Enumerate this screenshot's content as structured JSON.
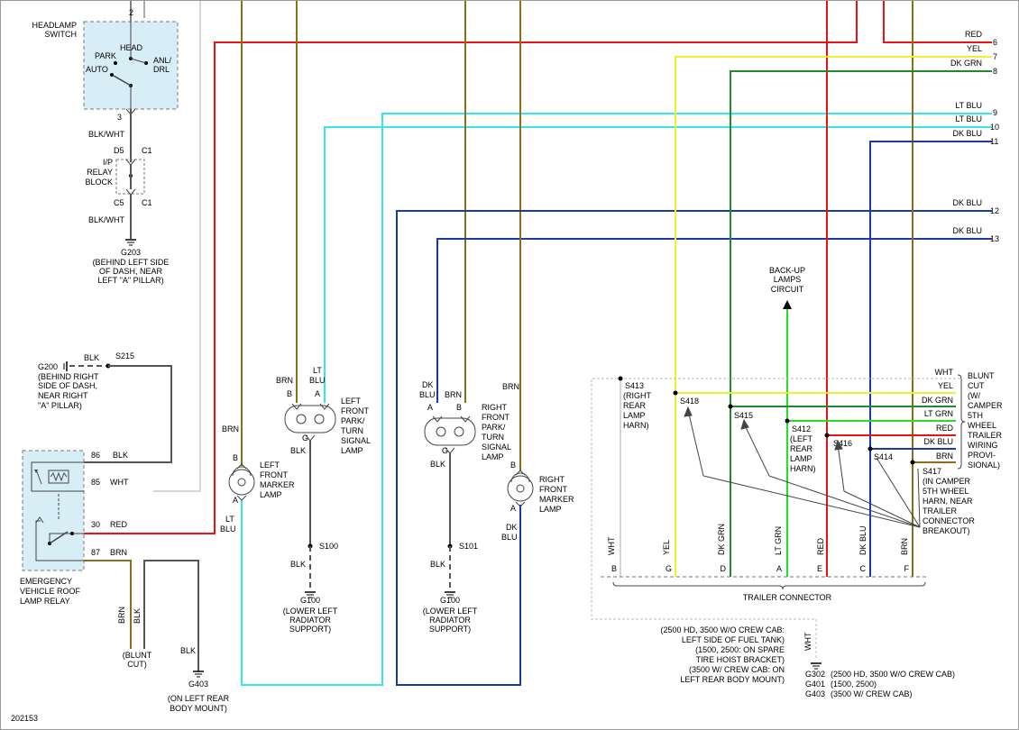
{
  "colors": {
    "red": "#ee1111",
    "yel": "#f2ef2c",
    "dkgrn": "#1f8a2c",
    "ltgrn": "#22e022",
    "ltblu": "#33e6ee",
    "dkblu": "#1a3aa6",
    "brn": "#8b6d1c",
    "blk": "#555555",
    "wht": "#c8c8c8"
  },
  "headlamp": {
    "title1": "HEADLAMP",
    "title2": "SWITCH",
    "pin_top": "2",
    "head": "HEAD",
    "park": "PARK",
    "anl": "ANL/",
    "drl": "DRL",
    "auto": "AUTO",
    "pin_bottom": "3",
    "wire": "BLK/WHT",
    "d5": "D5",
    "c1a": "C1",
    "ip1": "I/P",
    "ip2": "RELAY",
    "ip3": "BLOCK",
    "c5": "C5",
    "c1b": "C1",
    "wire2": "BLK/WHT",
    "ground": "G203",
    "gloc1": "(BEHIND LEFT SIDE",
    "gloc2": "OF DASH, NEAR",
    "gloc3": "LEFT \"A\" PILLAR)"
  },
  "g200": {
    "name": "G200",
    "wire": "BLK",
    "splice": "S215",
    "loc1": "(BEHIND RIGHT",
    "loc2": "SIDE OF DASH,",
    "loc3": "NEAR RIGHT",
    "loc4": "\"A\" PILLAR)"
  },
  "relay": {
    "p86": "86",
    "w86": "BLK",
    "p85": "85",
    "w85": "WHT",
    "p30": "30",
    "w30": "RED",
    "p87": "87",
    "w87": "BRN",
    "name1": "EMERGENCY",
    "name2": "VEHICLE ROOF",
    "name3": "LAMP RELAY",
    "brn": "BRN",
    "blk": "BLK",
    "cut1": "(BLUNT",
    "cut2": "CUT)",
    "blk2": "BLK",
    "ground": "G403",
    "gloc1": "(ON LEFT REAR",
    "gloc2": "BODY MOUNT)"
  },
  "left_marker": {
    "brn": "BRN",
    "pin_b": "B",
    "pin_a": "A",
    "name1": "LEFT",
    "name2": "FRONT",
    "name3": "MARKER",
    "name4": "LAMP",
    "wire1": "LT",
    "wire2": "BLU"
  },
  "left_park": {
    "brn": "BRN",
    "ltblu1": "LT",
    "ltblu2": "BLU",
    "pin_b": "B",
    "pin_a": "A",
    "pin_g": "G",
    "name1": "LEFT",
    "name2": "FRONT",
    "name3": "PARK/",
    "name4": "TURN",
    "name5": "SIGNAL",
    "name6": "LAMP",
    "blk": "BLK",
    "splice": "S100",
    "blk2": "BLK",
    "ground": "G100",
    "gloc1": "(LOWER LEFT",
    "gloc2": "RADIATOR",
    "gloc3": "SUPPORT)"
  },
  "right_park": {
    "dkblu1": "DK",
    "dkblu2": "BLU",
    "brn": "BRN",
    "pin_a": "A",
    "pin_b": "B",
    "pin_g": "G",
    "name1": "RIGHT",
    "name2": "FRONT",
    "name3": "PARK/",
    "name4": "TURN",
    "name5": "SIGNAL",
    "name6": "LAMP",
    "blk": "BLK",
    "splice": "S101",
    "blk2": "BLK",
    "ground": "G100",
    "gloc1": "(LOWER LEFT",
    "gloc2": "RADIATOR",
    "gloc3": "SUPPORT)"
  },
  "right_marker": {
    "brn": "BRN",
    "pin_b": "B",
    "pin_a": "A",
    "name1": "RIGHT",
    "name2": "FRONT",
    "name3": "MARKER",
    "name4": "LAMP",
    "wire1": "DK",
    "wire2": "BLU"
  },
  "wires_right": [
    {
      "label": "RED",
      "num": "6"
    },
    {
      "label": "YEL",
      "num": "7"
    },
    {
      "label": "DK GRN",
      "num": "8"
    },
    {
      "label": "LT BLU",
      "num": "9"
    },
    {
      "label": "LT BLU",
      "num": "10"
    },
    {
      "label": "DK BLU",
      "num": "11"
    },
    {
      "label": "DK BLU",
      "num": "12"
    },
    {
      "label": "DK BLU",
      "num": "13"
    }
  ],
  "backup": {
    "l1": "BACK-UP",
    "l2": "LAMPS",
    "l3": "CIRCUIT"
  },
  "splices": {
    "s413_1": "S413",
    "s413_2": "(RIGHT",
    "s413_3": "REAR",
    "s413_4": "LAMP",
    "s413_5": "HARN)",
    "s418": "S418",
    "s415": "S415",
    "s412_1": "S412",
    "s412_2": "(LEFT",
    "s412_3": "REAR",
    "s412_4": "LAMP",
    "s412_5": "HARN)",
    "s416": "S416",
    "s414": "S414",
    "s417_1": "S417",
    "s417_2": "(IN CAMPER",
    "s417_3": "5TH WHEEL",
    "s417_4": "HARN, NEAR",
    "s417_5": "TRAILER",
    "s417_6": "CONNECTOR",
    "s417_7": "BREAKOUT)"
  },
  "blunt": {
    "wht": "WHT",
    "yel": "YEL",
    "dkgrn": "DK GRN",
    "ltgrn": "LT GRN",
    "red": "RED",
    "dkblu": "DK BLU",
    "brn": "BRN",
    "l1": "BLUNT",
    "l2": "CUT",
    "l3": "(W/",
    "l4": "CAMPER",
    "l5": "5TH",
    "l6": "WHEEL",
    "l7": "TRAILER",
    "l8": "WIRING",
    "l9": "PROVI-",
    "l10": "SIONAL)"
  },
  "trailer": {
    "title": "TRAILER CONNECTOR",
    "pins": [
      {
        "wire": "WHT",
        "pin": "B"
      },
      {
        "wire": "YEL",
        "pin": "G"
      },
      {
        "wire": "DK GRN",
        "pin": "D"
      },
      {
        "wire": "LT GRN",
        "pin": "A"
      },
      {
        "wire": "RED",
        "pin": "E"
      },
      {
        "wire": "DK BLU",
        "pin": "C"
      },
      {
        "wire": "BRN",
        "pin": "F"
      }
    ]
  },
  "ground_note": {
    "l1": "(2500 HD, 3500 W/O CREW CAB:",
    "l2": "LEFT SIDE OF FUEL TANK)",
    "l3": "(1500, 2500: ON SPARE",
    "l4": "TIRE HOIST BRACKET)",
    "l5": "(3500 W/ CREW CAB: ON",
    "l6": "LEFT REAR BODY MOUNT)",
    "wht": "WHT",
    "g1": "G302",
    "g1d": "(2500 HD, 3500 W/O CREW CAB)",
    "g2": "G401",
    "g2d": "(1500, 2500)",
    "g3": "G403",
    "g3d": "(3500 W/ CREW CAB)"
  },
  "figure_id": "202153"
}
